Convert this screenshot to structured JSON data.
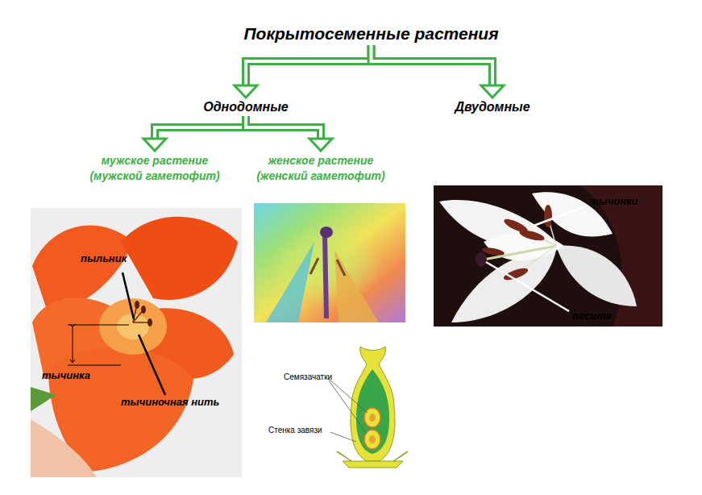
{
  "diagram": {
    "nodes": [
      {
        "text": [
          "Покрытосеменные растения"
        ]
      },
      {
        "text": [
          "Однодомные"
        ]
      },
      {
        "text": [
          "Двудомные"
        ]
      },
      {
        "text": [
          "мужское растение (мужской гаметофит)"
        ]
      },
      {
        "text": [
          "женское растение (женский гаметофит)"
        ]
      }
    ],
    "edges": [
      {
        "from": 0,
        "to": 1,
        "arrow": "to"
      },
      {
        "from": 0,
        "to": 2,
        "arrow": "to"
      },
      {
        "from": 1,
        "to": 3,
        "arrow": "to"
      },
      {
        "from": 1,
        "to": 4,
        "arrow": "to"
      }
    ],
    "labels": [
      "пыльник",
      "тычинка",
      "тычиночная нить",
      "Семязачатки",
      "Стенка завязи",
      "тычинки",
      "песитк"
    ]
  }
}
